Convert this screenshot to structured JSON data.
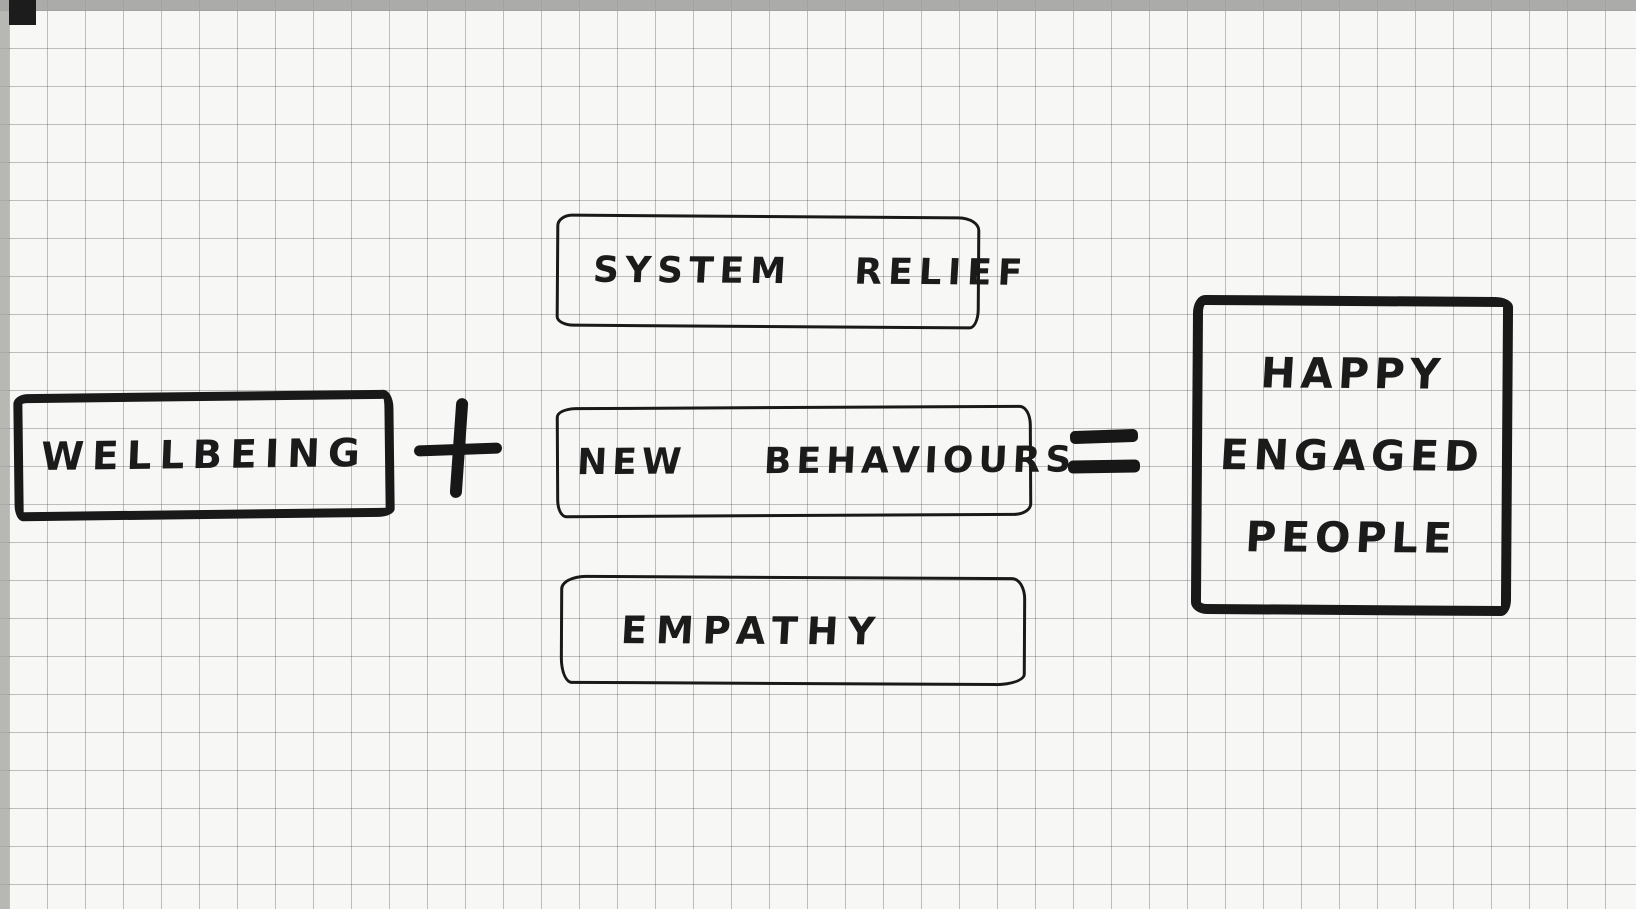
{
  "colors": {
    "paper": "#f7f7f5",
    "grid_line": "#b8b8b6",
    "ink": "#191919"
  },
  "equation": {
    "left_box": {
      "label": "WELLBEING"
    },
    "plus_sign": "+",
    "middle_boxes": [
      {
        "label": "SYSTEM RELIEF"
      },
      {
        "label": "NEW BEHAVIOURS"
      },
      {
        "label": "EMPATHY"
      }
    ],
    "equals_sign": "=",
    "result_box": {
      "lines": [
        "HAPPY",
        "ENGAGED",
        "PEOPLE"
      ]
    }
  }
}
